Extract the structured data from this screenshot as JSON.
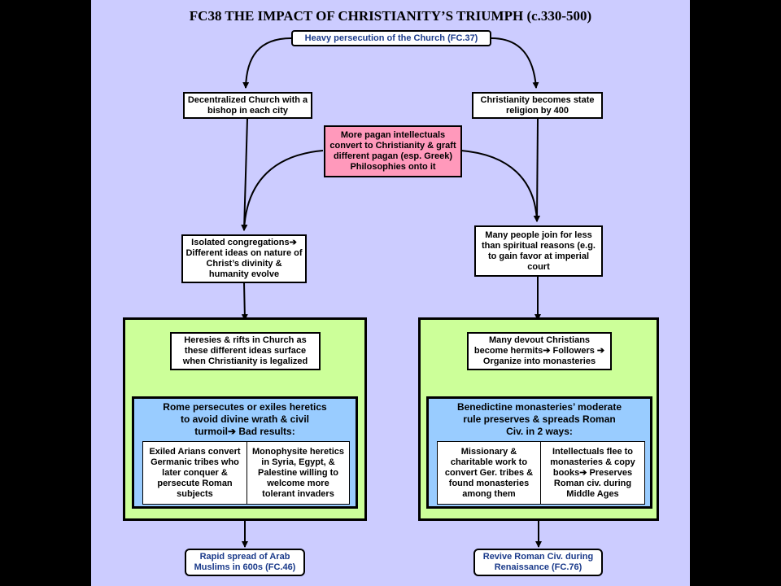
{
  "title": "FC38 THE IMPACT OF CHRISTIANITY’S TRIUMPH (c.330-500)",
  "top_box": "Heavy persecution of the Church (FC.37)",
  "left_col": {
    "decentralized": "Decentralized Church with a bishop in each city",
    "isolated": "Isolated congregations➔ Different ideas on nature of Christ’s divinity & humanity evolve",
    "heresies": "Heresies & rifts in Church as these different ideas surface when Christianity is legalized",
    "rome_title": "Rome persecutes or exiles heretics to avoid divine wrath & civil turmoil➔ Bad results:",
    "arians": "Exiled Arians convert Germanic tribes who later conquer & persecute Roman subjects",
    "monophysite": "Monophysite heretics in Syria, Egypt, & Palestine willing to welcome more tolerant invaders",
    "bottom": "Rapid spread of Arab Muslims in 600s (FC.46)"
  },
  "center_box": "More pagan intellectuals convert to Christianity & graft different pagan (esp. Greek) Philosophies onto it",
  "right_col": {
    "state_religion": "Christianity becomes state religion by 400",
    "many_join": "Many people join for less than spiritual reasons (e.g. to gain favor at imperial court",
    "hermits": "Many devout Christians become hermits➔ Followers ➔ Organize into monasteries",
    "benedictine_title": "Benedictine monasteries’ moderate rule preserves & spreads Roman Civ. in 2 ways:",
    "missionary": "Missionary & charitable work to convert Ger. tribes & found monasteries among them",
    "intellectuals": "Intellectuals flee to monasteries & copy books➔ Preserves Roman civ. during Middle Ages",
    "bottom": "Revive Roman Civ. during Renaissance (FC.76)"
  }
}
